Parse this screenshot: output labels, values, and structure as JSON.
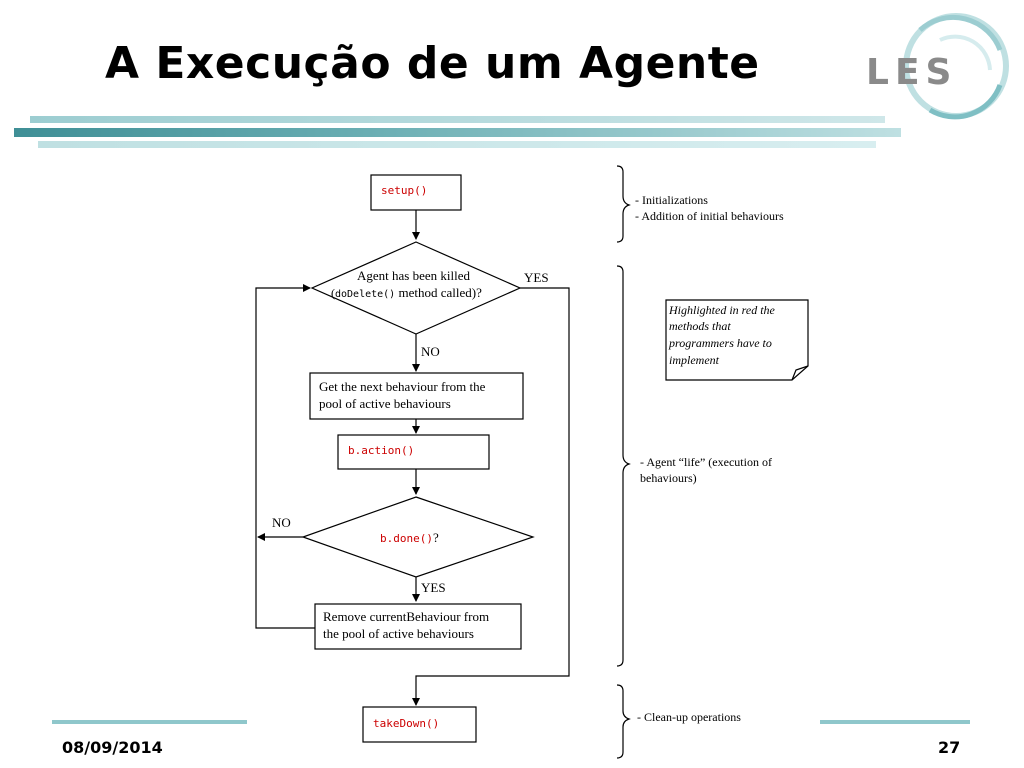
{
  "slide": {
    "title": "A Execução de um Agente",
    "logo_text": "LES",
    "date": "08/09/2014",
    "page_number": "27"
  },
  "flowchart": {
    "setup": "setup()",
    "decision_killed_line1": "Agent has been killed",
    "decision_killed_line2_open": "(",
    "decision_killed_line2_code": "doDelete()",
    "decision_killed_line2_rest": " method called)?",
    "yes_label": "YES",
    "no_label": "NO",
    "get_next_line1": "Get the next behaviour from the",
    "get_next_line2": "pool of active behaviours",
    "action": "b.action()",
    "done_code": "b.done()",
    "done_suffix": "?",
    "no_label_2": "NO",
    "yes_label_2": "YES",
    "remove_line1": "Remove currentBehaviour from",
    "remove_line2": "the pool of active behaviours",
    "takedown": "takeDown()"
  },
  "annotations": {
    "init_line1": "- Initializations",
    "init_line2": "- Addition of initial behaviours",
    "life_line1": "- Agent “life” (execution of",
    "life_line2": "behaviours)",
    "cleanup": "- Clean-up operations",
    "note_line1": "Highlighted in red the",
    "note_line2": "methods that",
    "note_line3": "programmers have to",
    "note_line4": "implement"
  },
  "colors": {
    "method_red": "#cc0000",
    "bar_teal": "#4a9aa0",
    "bar_light": "#bfe0e2"
  }
}
